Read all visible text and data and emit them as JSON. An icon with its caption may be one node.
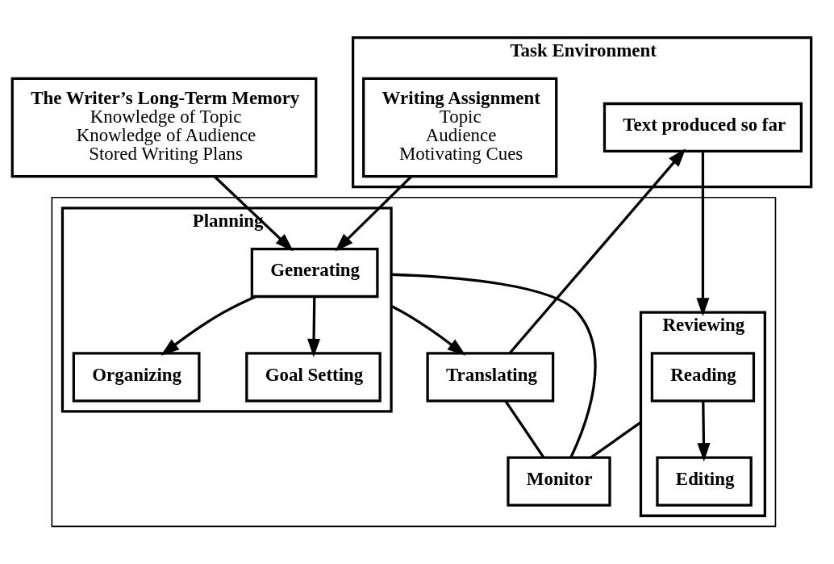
{
  "diagram": {
    "nodes": [
      {
        "text": [
          "Task Environment"
        ]
      },
      {
        "text": [
          "Writing Assignment",
          "Topic",
          "Audience",
          "Motivating Cues"
        ],
        "in": 0
      },
      {
        "text": [
          "Text produced so far"
        ],
        "in": 0
      },
      {
        "text": [
          "The Writer’s Long-Term Memory",
          "Knowledge of Topic",
          "Knowledge of Audience",
          "Stored Writing Plans"
        ]
      },
      {
        "text": [],
        "shape": "box"
      },
      {
        "text": [
          "Planning"
        ],
        "in": 4
      },
      {
        "text": [
          "Generating"
        ],
        "in": 5
      },
      {
        "text": [
          "Organizing"
        ],
        "in": 5
      },
      {
        "text": [
          "Goal Setting"
        ],
        "in": 5
      },
      {
        "text": [
          "Translating"
        ],
        "in": 4
      },
      {
        "text": [
          "Reviewing"
        ],
        "in": 4
      },
      {
        "text": [
          "Reading"
        ],
        "in": 10
      },
      {
        "text": [
          "Editing"
        ],
        "in": 10
      },
      {
        "text": [
          "Monitor"
        ],
        "in": 4
      }
    ],
    "edges": [
      {
        "from": 1,
        "to": 6,
        "arrow": "to"
      },
      {
        "from": 9,
        "to": 2,
        "arrow": "to"
      },
      {
        "from": 2,
        "to": 10,
        "arrow": "to"
      },
      {
        "from": 3,
        "to": 6,
        "arrow": "to"
      },
      {
        "from": 6,
        "to": 7,
        "arrow": "to"
      },
      {
        "from": 6,
        "to": 8,
        "arrow": "to"
      },
      {
        "from": 5,
        "to": 9,
        "arrow": "to"
      },
      {
        "from": 11,
        "to": 12,
        "arrow": "to"
      },
      {
        "from": 5,
        "to": 13,
        "arrow": "none"
      },
      {
        "from": 9,
        "to": 13,
        "arrow": "none"
      },
      {
        "from": 10,
        "to": 13,
        "arrow": "none"
      }
    ]
  }
}
